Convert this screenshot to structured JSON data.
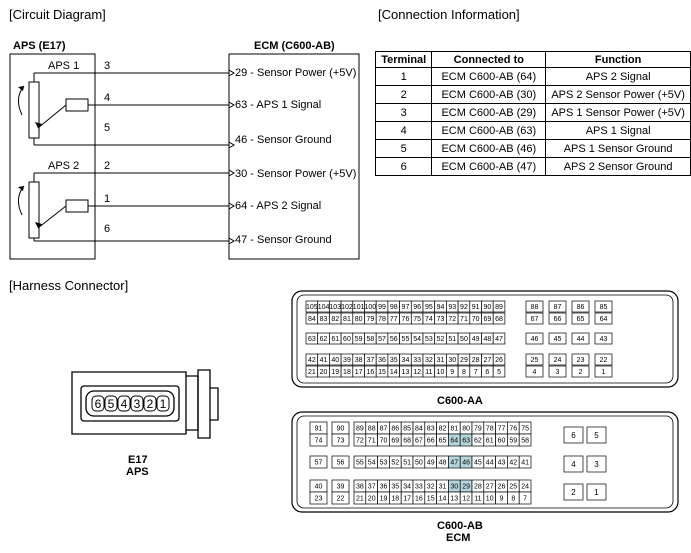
{
  "headings": {
    "circuit": "[Circuit Diagram]",
    "connection": "[Connection Information]",
    "harness": "[Harness Connector]"
  },
  "circuit": {
    "aps_title": "APS (E17)",
    "ecm_title": "ECM (C600-AB)",
    "sensor1_label": "APS 1",
    "sensor2_label": "APS 2",
    "aps_pins": [
      "3",
      "4",
      "5",
      "2",
      "1",
      "6"
    ],
    "ecm_pins": [
      "29 - Sensor Power (+5V)",
      "63 - APS 1 Signal",
      "46 - Sensor Ground",
      "30 - Sensor Power (+5V)",
      "64 - APS 2 Signal",
      "47 - Sensor Ground"
    ]
  },
  "connection_table": {
    "headers": [
      "Terminal",
      "Connected to",
      "Function"
    ],
    "rows": [
      [
        "1",
        "ECM C600-AB (64)",
        "APS 2 Signal"
      ],
      [
        "2",
        "ECM C600-AB (30)",
        "APS 2 Sensor Power (+5V)"
      ],
      [
        "3",
        "ECM C600-AB (29)",
        "APS 1 Sensor Power (+5V)"
      ],
      [
        "4",
        "ECM C600-AB (63)",
        "APS 1 Signal"
      ],
      [
        "5",
        "ECM C600-AB (46)",
        "APS 1 Sensor Ground"
      ],
      [
        "6",
        "ECM C600-AB (47)",
        "APS 2 Sensor Ground"
      ]
    ]
  },
  "harness": {
    "e17_pins": [
      "6",
      "5",
      "4",
      "3",
      "2",
      "1"
    ],
    "e17_caption_1": "E17",
    "e17_caption_2": "APS",
    "c600aa_caption": "C600-AA",
    "c600ab_caption_1": "C600-AB",
    "c600ab_caption_2": "ECM",
    "highlighted_pins": [
      "64",
      "63",
      "47",
      "46",
      "30",
      "29"
    ],
    "highlight_color": "#b5d7dc",
    "aa_rows": [
      [
        "105",
        "104",
        "103",
        "102",
        "101",
        "100",
        "99",
        "98",
        "97",
        "96",
        "95",
        "94",
        "93",
        "92",
        "91",
        "90",
        "89"
      ],
      [
        "84",
        "83",
        "82",
        "81",
        "80",
        "79",
        "78",
        "77",
        "76",
        "75",
        "74",
        "73",
        "72",
        "71",
        "70",
        "69",
        "68"
      ],
      [
        "63",
        "62",
        "61",
        "60",
        "59",
        "58",
        "57",
        "56",
        "55",
        "54",
        "53",
        "52",
        "51",
        "50",
        "49",
        "48",
        "47"
      ],
      [
        "42",
        "41",
        "40",
        "39",
        "38",
        "37",
        "36",
        "35",
        "34",
        "33",
        "32",
        "31",
        "30",
        "29",
        "28",
        "27",
        "26"
      ],
      [
        "21",
        "20",
        "19",
        "18",
        "17",
        "16",
        "15",
        "14",
        "13",
        "12",
        "11",
        "10",
        "9",
        "8",
        "7",
        "6",
        "5"
      ]
    ],
    "aa_mid": [
      [
        "88",
        "87",
        "86",
        "85"
      ],
      [
        "67",
        "66",
        "65",
        "64"
      ],
      [
        "46",
        "45",
        "44",
        "43"
      ],
      [
        "25",
        "24",
        "23",
        "22"
      ],
      [
        "4",
        "3",
        "2",
        "1"
      ]
    ],
    "ab_rows": [
      [
        "89",
        "88",
        "87",
        "86",
        "85",
        "84",
        "83",
        "82",
        "81",
        "80",
        "79",
        "78",
        "77",
        "76",
        "75"
      ],
      [
        "72",
        "71",
        "70",
        "69",
        "68",
        "67",
        "66",
        "65",
        "64",
        "63",
        "62",
        "61",
        "60",
        "59",
        "58"
      ],
      [
        "55",
        "54",
        "53",
        "52",
        "51",
        "50",
        "49",
        "48",
        "47",
        "46",
        "45",
        "44",
        "43",
        "42",
        "41"
      ],
      [
        "38",
        "37",
        "36",
        "35",
        "34",
        "33",
        "32",
        "31",
        "30",
        "29",
        "28",
        "27",
        "26",
        "25",
        "24"
      ],
      [
        "21",
        "20",
        "19",
        "18",
        "17",
        "16",
        "15",
        "14",
        "13",
        "12",
        "11",
        "10",
        "9",
        "8",
        "7"
      ]
    ],
    "ab_left": [
      [
        "91",
        "90"
      ],
      [
        "74",
        "73"
      ],
      [
        "57",
        "56"
      ],
      [
        "40",
        "39"
      ],
      [
        "23",
        "22"
      ]
    ],
    "ab_right": [
      [
        "6",
        "5"
      ],
      [
        "4",
        "3"
      ],
      [
        "2",
        "1"
      ]
    ]
  }
}
